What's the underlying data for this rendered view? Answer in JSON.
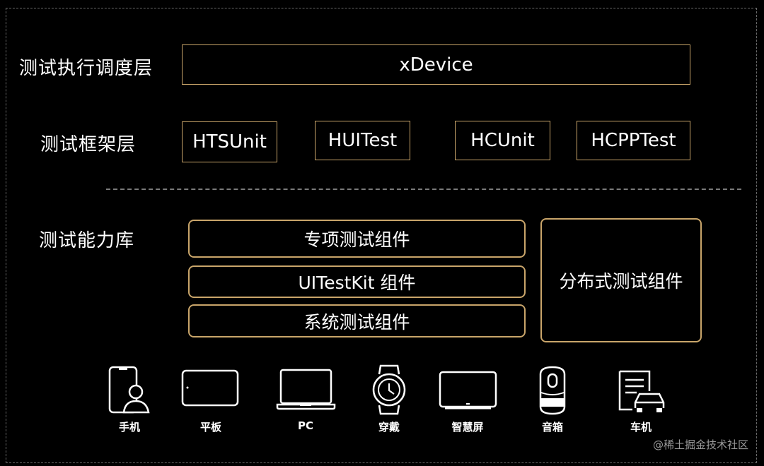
{
  "layers": {
    "execution": {
      "label": "测试执行调度层",
      "box": "xDevice"
    },
    "framework": {
      "label": "测试框架层",
      "items": [
        "HTSUnit",
        "HUITest",
        "HCUnit",
        "HCPPTest"
      ]
    },
    "capability": {
      "label": "测试能力库",
      "components": [
        "专项测试组件",
        "UITestKit 组件",
        "系统测试组件"
      ],
      "distributed": "分布式测试组件"
    }
  },
  "devices": [
    {
      "label": "手机",
      "icon": "phone-icon"
    },
    {
      "label": "平板",
      "icon": "tablet-icon"
    },
    {
      "label": "PC",
      "icon": "laptop-icon"
    },
    {
      "label": "穿戴",
      "icon": "watch-icon"
    },
    {
      "label": "智慧屏",
      "icon": "tv-icon"
    },
    {
      "label": "音箱",
      "icon": "speaker-icon"
    },
    {
      "label": "车机",
      "icon": "car-icon"
    }
  ],
  "watermark": "@稀土掘金技术社区",
  "colors": {
    "accent": "#c9a56a",
    "background": "#000000",
    "text": "#ffffff"
  }
}
